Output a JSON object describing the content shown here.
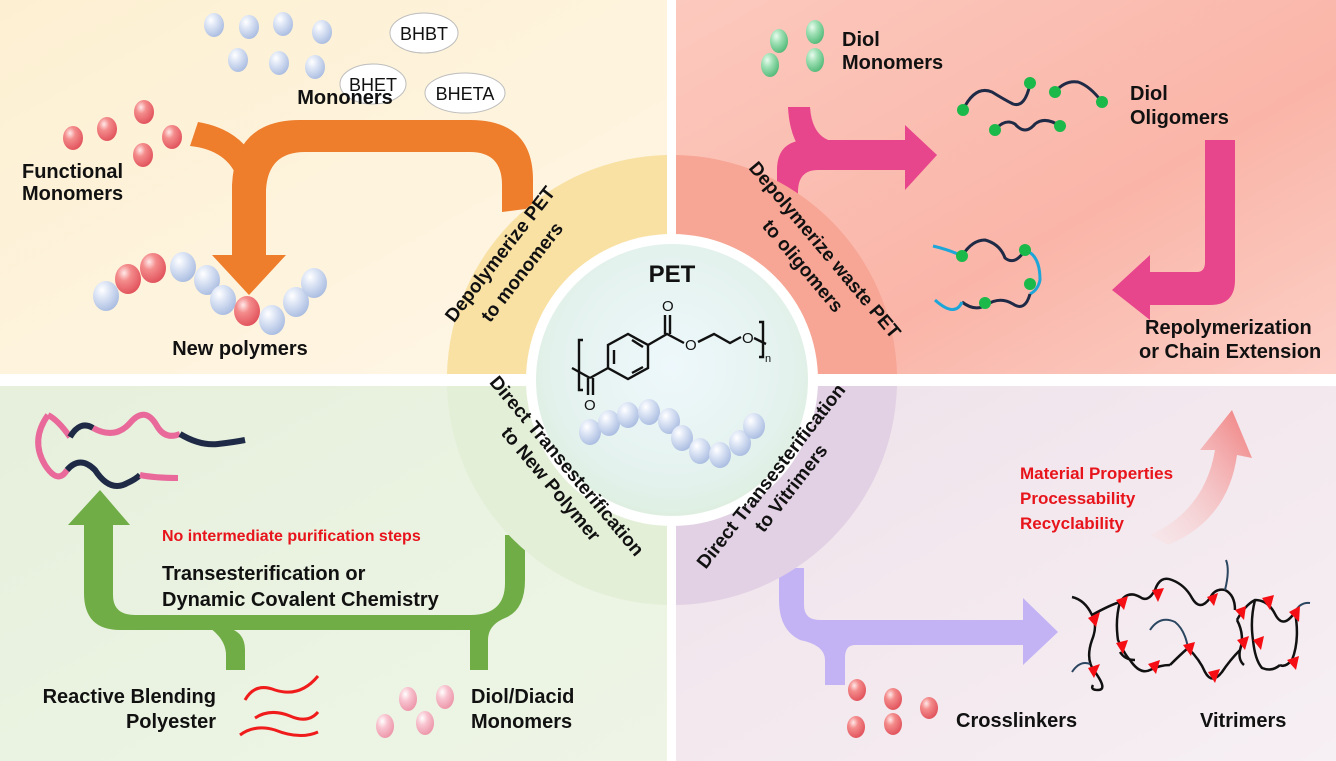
{
  "center": {
    "title": "PET",
    "subscript": "n",
    "atom_O": "O"
  },
  "ring": {
    "top_left": [
      "Depolymerize PET",
      "to monomers"
    ],
    "top_right": [
      "Depolymerize waste PET",
      "to oligomers"
    ],
    "bottom_left": [
      "Direct Transesterification",
      "to New Polymer"
    ],
    "bottom_right": [
      "Direct Transesterification",
      "to Vitrimers"
    ]
  },
  "quadrants": {
    "top_left": {
      "badges": [
        "BHBT",
        "BHET",
        "BHETA"
      ],
      "monomers_label": "Mononers",
      "functional_label": [
        "Functional",
        "Monomers"
      ],
      "product_label": "New polymers",
      "colors": {
        "bg": "#fdf3d8",
        "arrow": "#ee7d2c",
        "ring": "#f8dd8f"
      }
    },
    "top_right": {
      "diol_monomers_label": [
        "Diol",
        "Monomers"
      ],
      "diol_oligomers_label": [
        "Diol",
        "Oligomers"
      ],
      "product_label": [
        "Repolymerization",
        "or Chain Extension"
      ],
      "colors": {
        "bg": "#fbc7bd",
        "arrow": "#e8468c",
        "ring": "#f8a697",
        "bead": "#1bb94a"
      }
    },
    "bottom_left": {
      "note": "No intermediate purification steps",
      "process_label": [
        "Transesterification or",
        "Dynamic Covalent Chemistry"
      ],
      "input1_label": [
        "Reactive Blending",
        "Polyester"
      ],
      "input2_label": [
        "Diol/Diacid",
        "Monomers"
      ],
      "colors": {
        "bg": "#eaf3e1",
        "arrow": "#70ad47",
        "ring": "#e4efd9"
      }
    },
    "bottom_right": {
      "benefits": [
        "Material Properties",
        "Processability",
        "Recyclability"
      ],
      "input_label": "Crosslinkers",
      "product_label": "Vitrimers",
      "colors": {
        "bg": "#f3e9ef",
        "arrow": "#c2b0f5",
        "ring": "#e3d2e4",
        "crosslink": "#f50f14"
      }
    }
  }
}
